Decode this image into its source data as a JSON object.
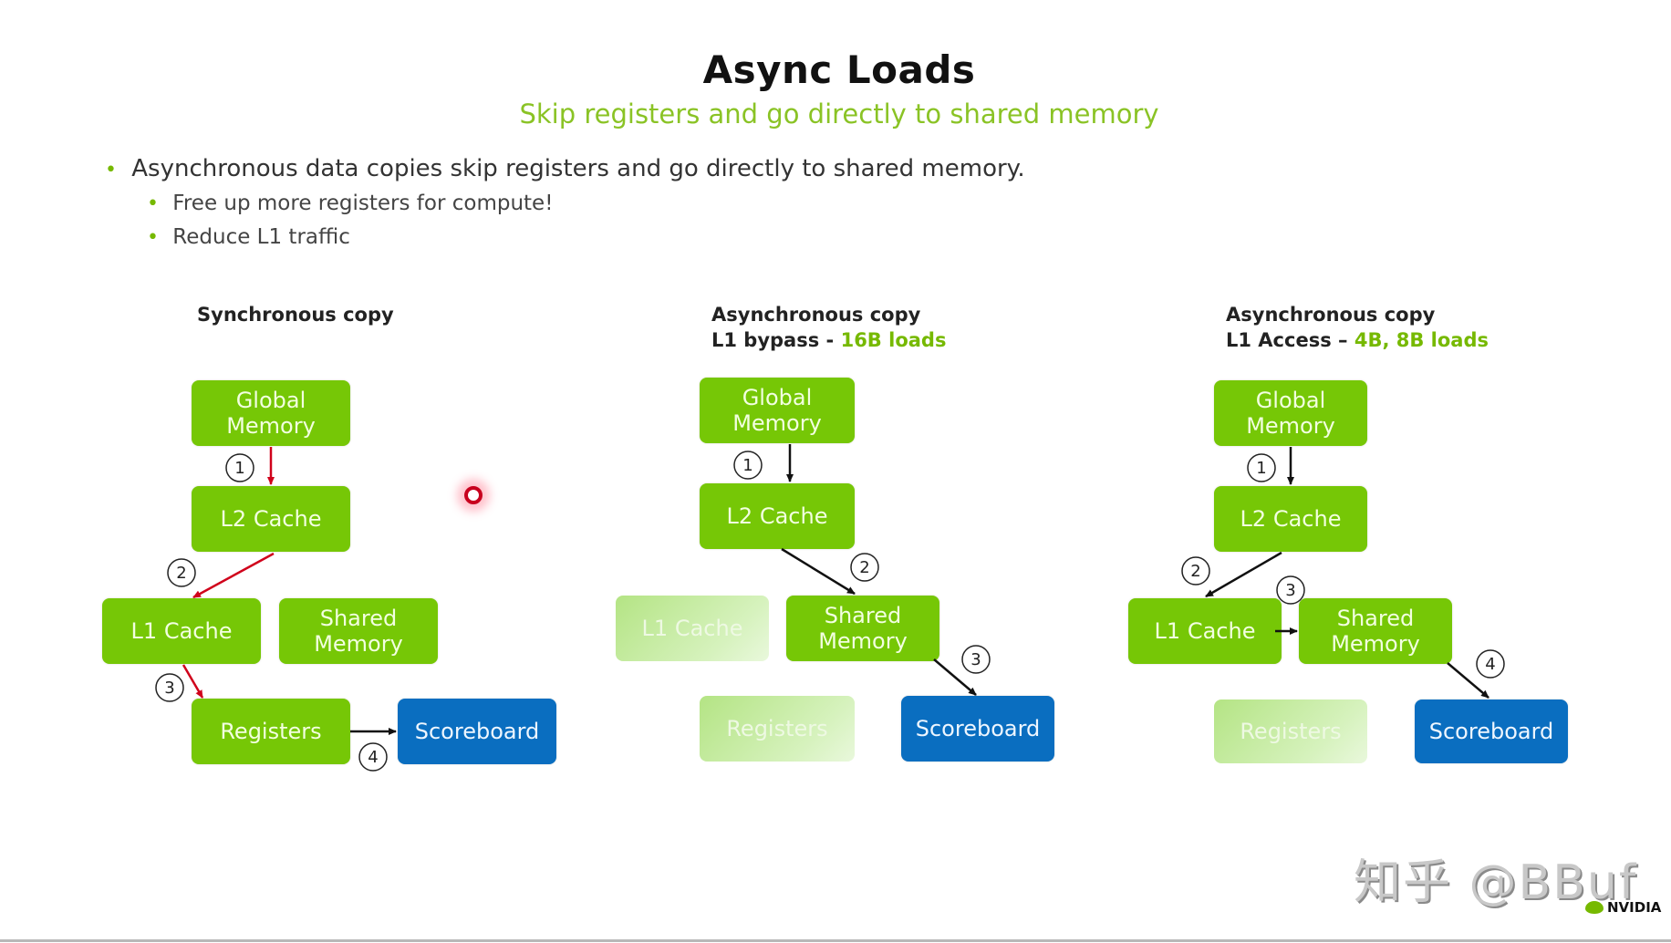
{
  "slide": {
    "title": "Async Loads",
    "subtitle": "Skip registers and go directly to shared memory",
    "bullets": [
      {
        "text": "Asynchronous data copies skip registers and go directly to shared memory.",
        "level": 1
      },
      {
        "text": "Free up more registers for compute!",
        "level": 2
      },
      {
        "text": "Reduce L1 traffic",
        "level": 2
      }
    ],
    "bullet_glyph": "•"
  },
  "panels": [
    {
      "heading_line1": "Synchronous copy",
      "heading_line2_prefix": "",
      "heading_line2_highlight": "",
      "arrow_color": "#d0021b",
      "boxes": {
        "global": "Global\nMemory",
        "l2": "L2 Cache",
        "l1": "L1 Cache",
        "shared": "Shared\nMemory",
        "registers": "Registers",
        "scoreboard": "Scoreboard"
      },
      "faded": [],
      "steps": [
        "1",
        "2",
        "3",
        "4"
      ]
    },
    {
      "heading_line1": "Asynchronous copy",
      "heading_line2_prefix": "L1 bypass - ",
      "heading_line2_highlight": "16B loads",
      "arrow_color": "#111111",
      "boxes": {
        "global": "Global\nMemory",
        "l2": "L2 Cache",
        "l1": "L1 Cache",
        "shared": "Shared\nMemory",
        "registers": "Registers",
        "scoreboard": "Scoreboard"
      },
      "faded": [
        "l1",
        "registers"
      ],
      "steps": [
        "1",
        "2",
        "3"
      ]
    },
    {
      "heading_line1": "Asynchronous copy",
      "heading_line2_prefix": "L1 Access – ",
      "heading_line2_highlight": "4B, 8B loads",
      "arrow_color": "#111111",
      "boxes": {
        "global": "Global\nMemory",
        "l2": "L2 Cache",
        "l1": "L1 Cache",
        "shared": "Shared\nMemory",
        "registers": "Registers",
        "scoreboard": "Scoreboard"
      },
      "faded": [
        "registers"
      ],
      "steps": [
        "1",
        "2",
        "3",
        "4"
      ]
    }
  ],
  "colors": {
    "nvidia_green": "#76b900",
    "box_green": "#76c706",
    "scoreboard_blue": "#0a6ec0",
    "sync_arrow_red": "#d0021b"
  },
  "watermark": {
    "text": "知乎 @BBuf",
    "logo_text": "NVIDIA",
    "logo_icon": "nvidia-eye-icon"
  },
  "cursor": {
    "icon": "laser-pointer-dot-icon"
  }
}
